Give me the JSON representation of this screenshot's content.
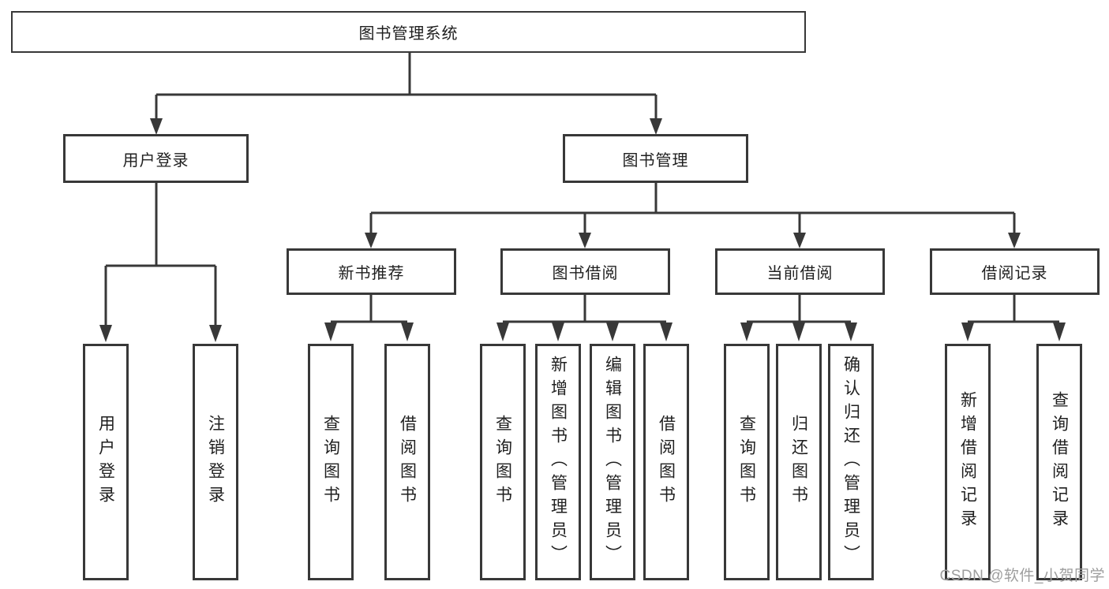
{
  "diagram_title": "图书管理系统",
  "colors": {
    "line": "#383838",
    "text": "#1f1f1f",
    "background": "#ffffff",
    "watermark": "#9e9e9e"
  },
  "nodes": {
    "root": "图书管理系统",
    "level2": {
      "user_login": "用户登录",
      "book_management": "图书管理"
    },
    "user_login_children": {
      "login": "用户登录",
      "logout": "注销登录"
    },
    "level3": {
      "new_book_recommend": "新书推荐",
      "book_borrowing": "图书借阅",
      "current_borrowing": "当前借阅",
      "borrowing_records": "借阅记录"
    },
    "new_book_recommend_children": {
      "query_books": "查询图书",
      "borrow_books": "借阅图书"
    },
    "book_borrowing_children": {
      "query_books": "查询图书",
      "add_book_admin": "新增图书（管理员）",
      "edit_book_admin": "编辑图书（管理员）",
      "borrow_books": "借阅图书"
    },
    "current_borrowing_children": {
      "query_books": "查询图书",
      "return_books": "归还图书",
      "confirm_return_admin": "确认归还（管理员）"
    },
    "borrowing_records_children": {
      "add_borrow_record": "新增借阅记录",
      "query_borrow_record": "查询借阅记录"
    }
  },
  "watermark": "CSDN @软件_小贺同学"
}
